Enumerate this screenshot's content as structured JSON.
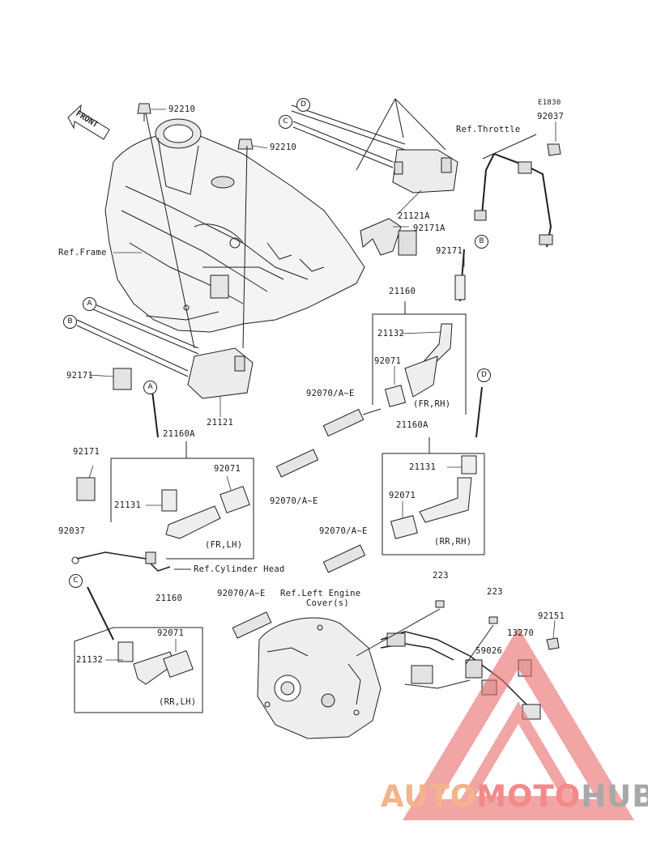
{
  "diagram_code": "E1830",
  "front_label": "FRONT",
  "connectors": [
    "A",
    "B",
    "C",
    "D"
  ],
  "parts": {
    "p92210_top": "92210",
    "p92210_mid": "92210",
    "p21121A": "21121A",
    "p92171A": "92171A",
    "p92037_top": "92037",
    "p92171_right": "92171",
    "p21160_top": "21160",
    "p21132_top": "21132",
    "p92071_fr_rh": "92071",
    "p92070_fr_rh": "92070/A~E",
    "p92171_left": "92171",
    "p21121": "21121",
    "p21160A_left": "21160A",
    "p92071_fr_lh": "92071",
    "p92070_mid": "92070/A~E",
    "p92171_left2": "92171",
    "p21131_left": "21131",
    "p21160A_right": "21160A",
    "p21131_right": "21131",
    "p92071_rr_rh": "92071",
    "p92070_rr_rh": "92070/A~E",
    "p92037_left": "92037",
    "p21160_bottom": "21160",
    "p92070_bottom": "92070/A~E",
    "p92071_rr_lh": "92071",
    "p21132_bottom": "21132",
    "p223_a": "223",
    "p223_b": "223",
    "p92151": "92151",
    "p13270": "13270",
    "p59026": "59026"
  },
  "refs": {
    "throttle": "Ref.Throttle",
    "frame": "Ref.Frame",
    "cylinder_head": "Ref.Cylinder Head",
    "left_engine_cover_1": "Ref.Left Engine",
    "left_engine_cover_2": "Cover(s)"
  },
  "positions_labels": {
    "fr_rh": "(FR,RH)",
    "fr_lh": "(FR,LH)",
    "rr_rh": "(RR,RH)",
    "rr_lh": "(RR,LH)"
  },
  "watermark": {
    "part1": "AUTO",
    "part2": "MOTO",
    "part3": "HUB",
    "colors": {
      "auto": "#f2b48a",
      "moto": "#f28a8a",
      "hub": "#a8a8a8",
      "triangle": "#e86a6a"
    }
  }
}
